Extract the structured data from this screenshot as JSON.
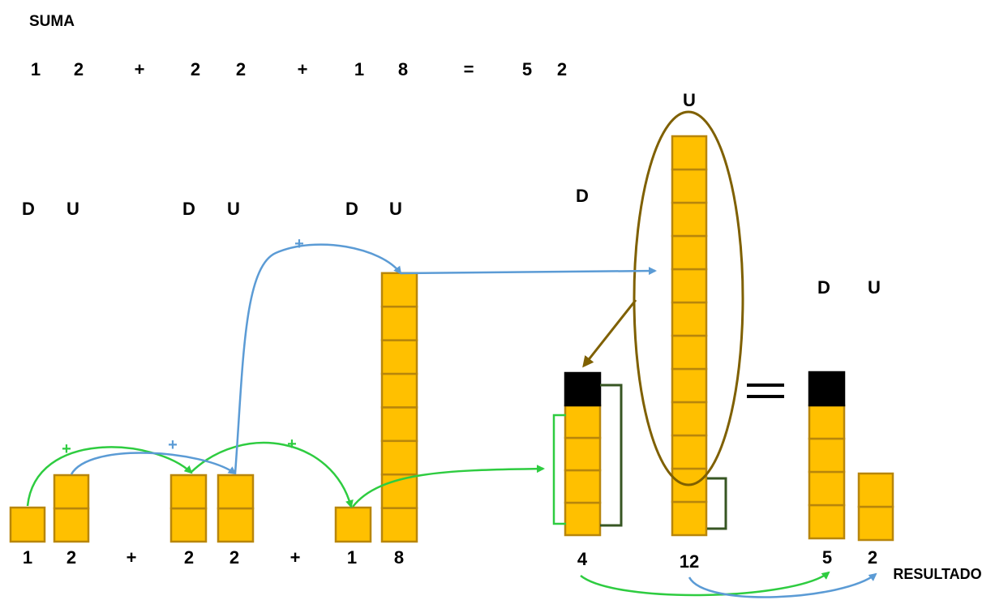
{
  "title": "SUMA",
  "equation": [
    "1",
    "2",
    "+",
    "2",
    "2",
    "+",
    "1",
    "8",
    "=",
    "5",
    "2"
  ],
  "column_labels": {
    "tens": "D",
    "units": "U"
  },
  "groups": [
    {
      "tens": 1,
      "units": 2,
      "digit_tens": "1",
      "digit_units": "2"
    },
    {
      "tens": 2,
      "units": 2,
      "digit_tens": "2",
      "digit_units": "2"
    },
    {
      "tens": 1,
      "units": 8,
      "digit_tens": "1",
      "digit_units": "8"
    }
  ],
  "operators": [
    "+",
    "+"
  ],
  "plus_sign": "+",
  "equals_sign": "=",
  "sum_tens": {
    "count": 4,
    "label": "4",
    "carried_blocks": 1
  },
  "sum_units": {
    "count": 12,
    "label": "12"
  },
  "result": {
    "tens": "5",
    "units": "2",
    "tens_blocks": 4,
    "carried_blocks": 1,
    "units_blocks": 2,
    "label": "RESULTADO"
  },
  "colors": {
    "block": "#ffc000",
    "block_border": "#b8860b",
    "carry_block": "#000000",
    "arrow_green": "#2ecc40",
    "arrow_blue": "#5b9bd5",
    "ellipse": "#7f6000",
    "bracket_dark": "#375623"
  }
}
